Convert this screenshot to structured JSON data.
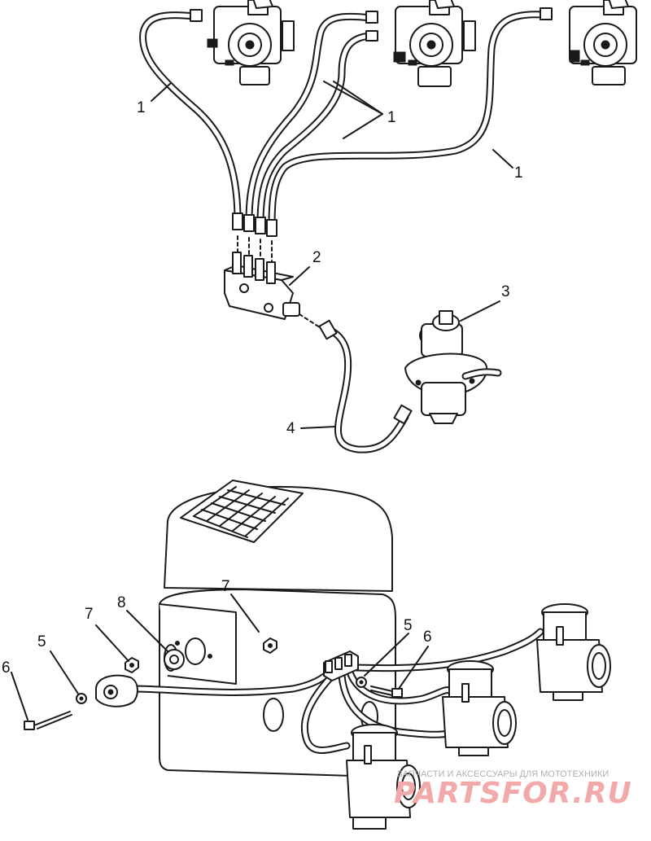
{
  "callouts": {
    "c1a": "1",
    "c1b": "1",
    "c1c": "1",
    "c2": "2",
    "c3": "3",
    "c4": "4",
    "c5a": "5",
    "c5b": "5",
    "c6a": "6",
    "c6b": "6",
    "c7a": "7",
    "c7b": "7",
    "c8": "8"
  },
  "watermark": {
    "tagline": "ЗАПЧАСТИ И АКСЕССУАРЫ ДЛЯ МОТОТЕХНИКИ",
    "logo": "PARTSFOR.RU",
    "color": "#f1a9a9"
  }
}
